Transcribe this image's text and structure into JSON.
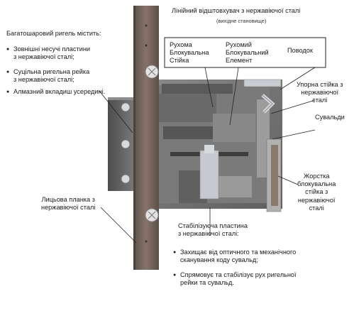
{
  "colors": {
    "faceplate": "#7a6a60",
    "body": "#6e6e6e",
    "body_dark": "#4a4a4a",
    "steel": "#c9ccd0",
    "leader": "#222222"
  },
  "left": {
    "heading": "Багатошаровий ригель містить:",
    "bullets": [
      "Зовнішні несучі пластини\nз нержавіючої сталі;",
      "Суцільна ригельна рейка\nз нержавіючої сталі;",
      "Алмазний вкладиш усередині."
    ],
    "faceplate_label": "Лицьова планка з\nнержавіючої сталі"
  },
  "top": {
    "title": "Лінійний відштовхувач з нержавіючої сталі",
    "subtitle": "(вихідне становище)",
    "box": {
      "label1": "Рухома\nБлокувальна\nСтійка",
      "label2": "Рухомий\nБлокувальний\nЕлемент",
      "label3": "Поводок"
    }
  },
  "right": {
    "label1": "Упорна стійка з\nнержавіючої\nсталі",
    "label2": "Сувальди",
    "label3": "Жорстка\nблокувальна\nстійка з\nнержавіючої\nсталі"
  },
  "bottom": {
    "label": "Стабілізуюча пластина\nз нержавіючої сталі:",
    "bullets": [
      "Захищає від оптичного та механічного\nсканування коду сувальд;",
      "Спрямовує та стабілізує рух ригельної\nрейки та сувальд."
    ]
  }
}
